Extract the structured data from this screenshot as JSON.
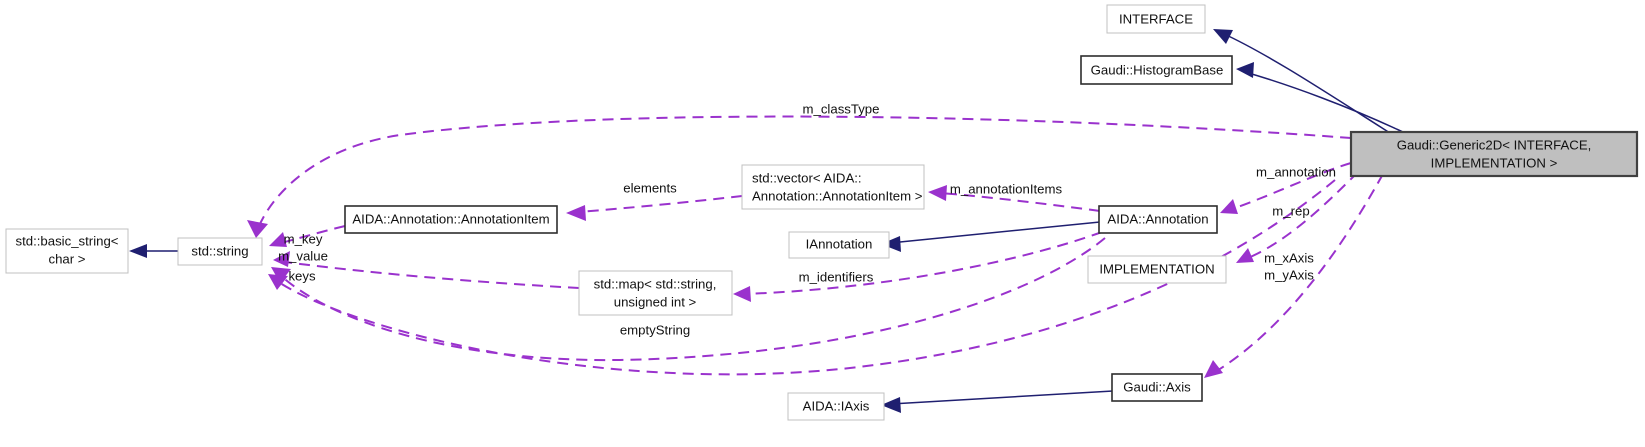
{
  "diagram": {
    "title": "Gaudi::Generic2D collaboration diagram",
    "colors": {
      "inheritance_edge": "#1f1f70",
      "usage_edge": "#9a32cd",
      "root_node_fill": "#bfbfbf",
      "node_fill": "#ffffff",
      "node_border_light": "#c0c0c0",
      "node_border_strong": "#2d2d2d"
    },
    "nodes": [
      {
        "id": "interface",
        "label": "INTERFACE"
      },
      {
        "id": "histogrambase",
        "label": "Gaudi::HistogramBase"
      },
      {
        "id": "generic2d_line1",
        "label": "Gaudi::Generic2D< INTERFACE,"
      },
      {
        "id": "generic2d_line2",
        "label": "IMPLEMENTATION >"
      },
      {
        "id": "vector_line1",
        "label": "std::vector< AIDA::"
      },
      {
        "id": "vector_line2",
        "label": "Annotation::AnnotationItem >"
      },
      {
        "id": "annotationitem",
        "label": "AIDA::Annotation::AnnotationItem"
      },
      {
        "id": "iannotation",
        "label": "IAnnotation"
      },
      {
        "id": "annotation",
        "label": "AIDA::Annotation"
      },
      {
        "id": "implementation",
        "label": "IMPLEMENTATION"
      },
      {
        "id": "basicstring_l1",
        "label": "std::basic_string<"
      },
      {
        "id": "basicstring_l2",
        "label": "char >"
      },
      {
        "id": "stdstring",
        "label": "std::string"
      },
      {
        "id": "map_line1",
        "label": "std::map< std::string,"
      },
      {
        "id": "map_line2",
        "label": "unsigned int >"
      },
      {
        "id": "iaxis",
        "label": "AIDA::IAxis"
      },
      {
        "id": "axis",
        "label": "Gaudi::Axis"
      }
    ],
    "edge_labels": [
      {
        "id": "m_classtype",
        "text": "m_classType"
      },
      {
        "id": "elements",
        "text": "elements"
      },
      {
        "id": "m_annotationitems",
        "text": "m_annotationItems"
      },
      {
        "id": "m_annotation",
        "text": "m_annotation"
      },
      {
        "id": "m_rep",
        "text": "m_rep"
      },
      {
        "id": "m_key",
        "text": "m_key"
      },
      {
        "id": "m_value",
        "text": "m_value"
      },
      {
        "id": "keys",
        "text": "keys"
      },
      {
        "id": "m_identifiers",
        "text": "m_identifiers"
      },
      {
        "id": "emptystring",
        "text": "emptyString"
      },
      {
        "id": "m_xaxis",
        "text": "m_xAxis"
      },
      {
        "id": "m_yaxis",
        "text": "m_yAxis"
      }
    ]
  }
}
